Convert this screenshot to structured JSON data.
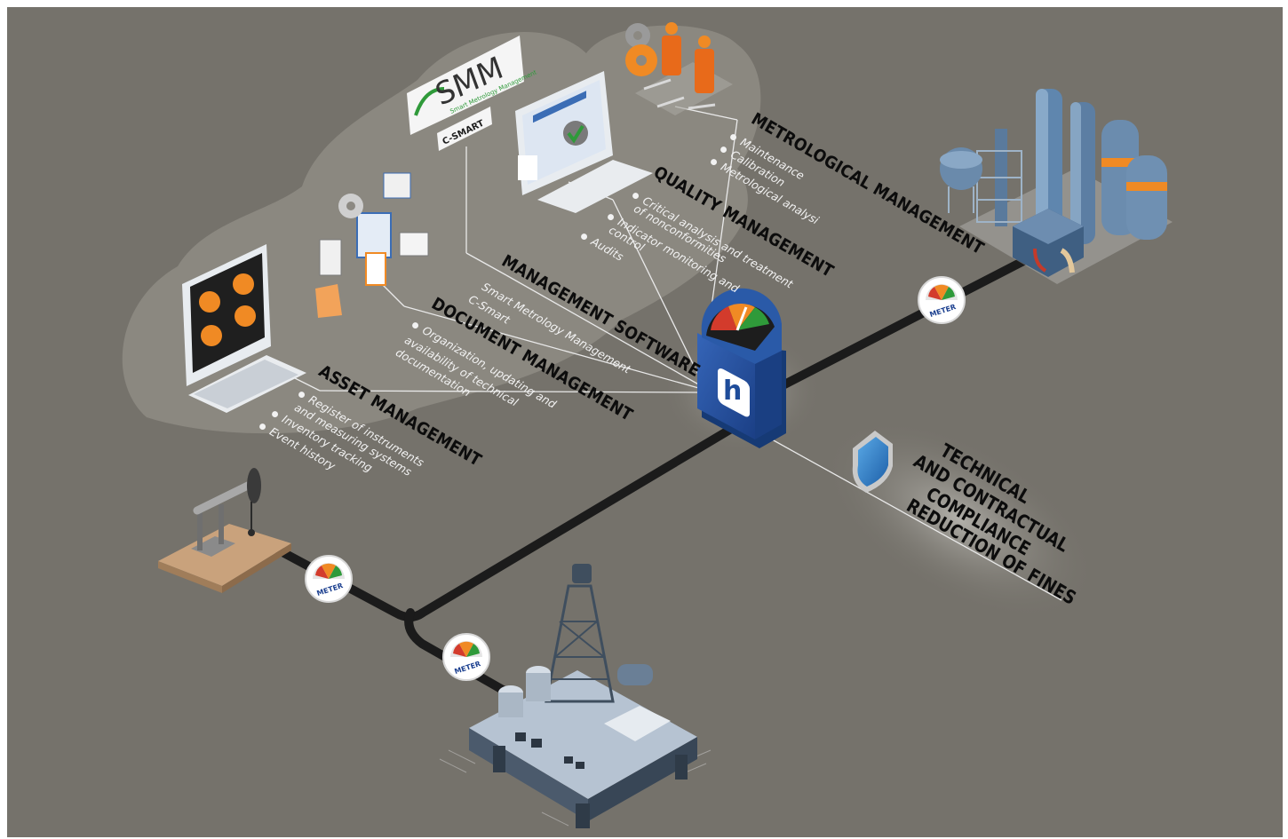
{
  "sections": {
    "metrological": {
      "title": "METROLOGICAL MANAGEMENT",
      "items": [
        "Maintenance",
        "Calibration",
        "Metrological analysi"
      ]
    },
    "quality": {
      "title": "QUALITY MANAGEMENT",
      "items": [
        "Critical analysis and treatment",
        "of nonconformities",
        "Indicator monitoring and",
        "control",
        "Audits"
      ]
    },
    "software": {
      "title": "MANAGEMENT SOFTWARE",
      "items": [
        "Smart Metrology Management",
        "C-Smart"
      ]
    },
    "document": {
      "title": "DOCUMENT MANAGEMENT",
      "items": [
        "Organization, updating and",
        "availability of technical",
        "documentation"
      ]
    },
    "asset": {
      "title": "ASSET MANAGEMENT",
      "items": [
        "Register of instruments",
        "and measuring systems",
        "Inventory tracking",
        "Event history"
      ]
    }
  },
  "compliance": {
    "lines": [
      "TECHNICAL",
      "AND CONTRACTUAL",
      "COMPLIANCE",
      "REDUCTION OF FINES"
    ]
  },
  "logos": {
    "smm_name": "SMM",
    "smm_tagline": "Smart Metrology Management",
    "csmart": "C-SMART"
  },
  "meter_label": "METER",
  "hub_letter": "h",
  "colors": {
    "background": "#75726b",
    "cloud": "#8e8b84",
    "pipeline": "#1d1d1d",
    "hub_blue": "#1e4c9a",
    "accent_orange": "#f08a24",
    "accent_green": "#2f9a3a"
  }
}
